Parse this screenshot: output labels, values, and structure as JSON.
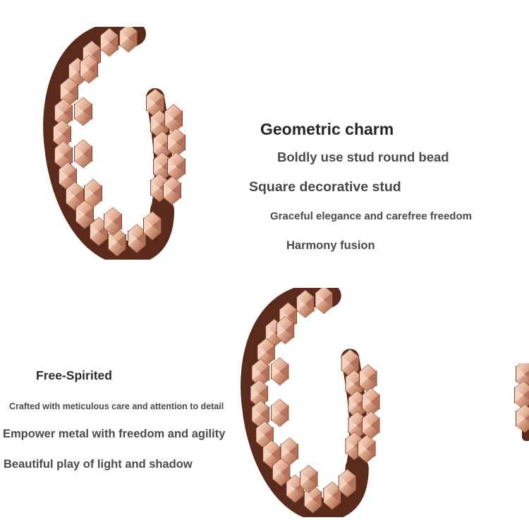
{
  "section_top": {
    "title": "Geometric charm",
    "lines": [
      "Boldly use stud round bead",
      "Square decorative stud",
      "Graceful elegance and carefree freedom",
      "Harmony fusion"
    ]
  },
  "section_bottom": {
    "title": "Free-Spirited",
    "lines": [
      "Crafted with meticulous care and attention to detail",
      "Empower metal with freedom and agility",
      "Beautiful play of light and shadow"
    ]
  },
  "colors": {
    "metal_light": "#f6ddd0",
    "metal_mid": "#d9a185",
    "metal_dark": "#8a4a34",
    "metal_shadow": "#4a2218",
    "text_main": "#3a3a3a"
  },
  "icons": {
    "photo_top": "rose-gold-spiked-hoop-earring",
    "photo_bottom": "rose-gold-spiked-hoop-earring",
    "photo_edge": "earring-partial"
  }
}
